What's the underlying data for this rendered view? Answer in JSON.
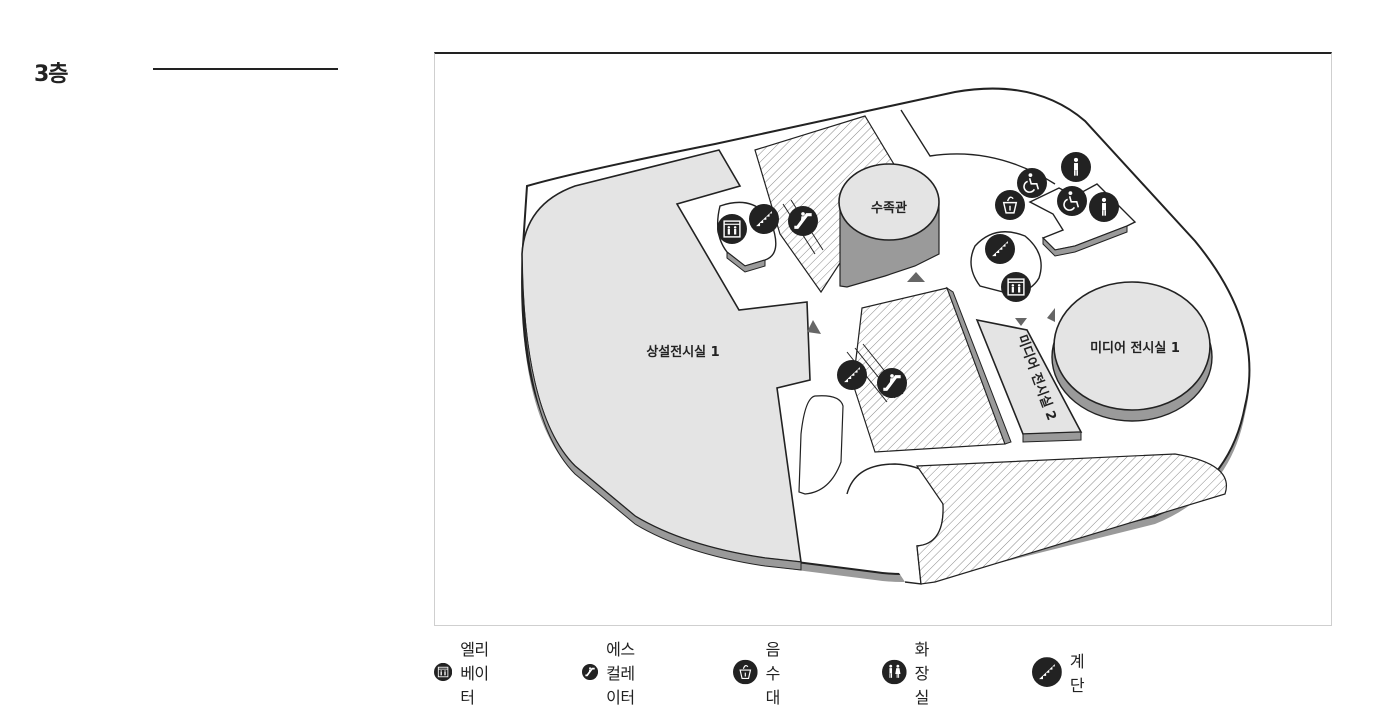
{
  "floor": {
    "title": "3층"
  },
  "rooms": {
    "permanent_1": "상설전시실 1",
    "aquarium": "수족관",
    "media_1": "미디어 전시실 1",
    "media_2": "미디어 전시실 2"
  },
  "legend": [
    {
      "icon": "elevator-icon",
      "label": "엘리베이터"
    },
    {
      "icon": "escalator-icon",
      "label": "에스컬레이터"
    },
    {
      "icon": "drinking-fountain-icon",
      "label": "음수대"
    },
    {
      "icon": "restroom-icon",
      "label": "화장실"
    },
    {
      "icon": "stairs-icon",
      "label": "계단"
    }
  ],
  "colors": {
    "icon_bg": "#222222",
    "room_fill": "#e4e4e4",
    "room_side": "#9a9a9a",
    "outline": "#222222"
  }
}
